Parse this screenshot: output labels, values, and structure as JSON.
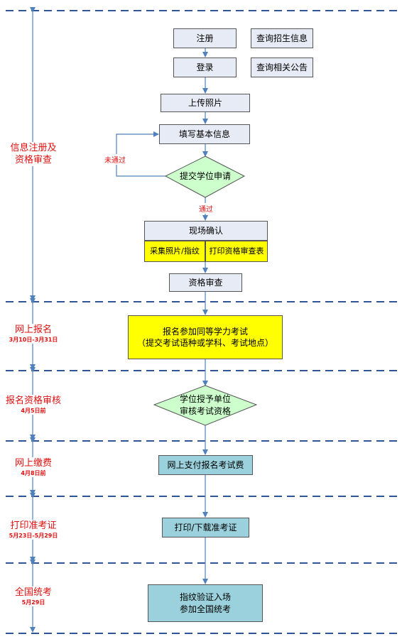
{
  "boxes": {
    "register": "注册",
    "query_admission": "查询招生信息",
    "login": "登录",
    "query_notice": "查询相关公告",
    "upload_photo": "上传照片",
    "fill_info": "填写基本信息",
    "submit_degree": "提交学位申请",
    "onsite_confirm": "现场确认",
    "collect_photo": "采集照片/指纹",
    "print_review": "打印资格审查表",
    "qualification_review": "资格审查",
    "exam_register": "报名参加同等学力考试\n（提交考试语种或学科、考试地点）",
    "degree_review": "学位授予单位\n审核考试资格",
    "pay_fee": "网上支付报名考试费",
    "print_ticket": "打印/下载准考证",
    "fingerprint_entry": "指纹验证入场\n参加全国统考"
  },
  "flow_labels": {
    "not_passed": "未通过",
    "passed": "通过"
  },
  "stages": [
    {
      "title": "信息注册及\n资格审查",
      "date": ""
    },
    {
      "title": "网上报名",
      "date": "3月10日-3月31日"
    },
    {
      "title": "报名资格审核",
      "date": "4月5日前"
    },
    {
      "title": "网上缴费",
      "date": "4月8日前"
    },
    {
      "title": "打印准考证",
      "date": "5月23日-5月29日"
    },
    {
      "title": "全国统考",
      "date": "5月29日"
    }
  ],
  "colors": {
    "dash_line": "#2f5597",
    "arrow": "#4f81bd",
    "stage_text": "#e01010",
    "lavender": "#e7ebf5",
    "yellow": "#ffff00",
    "teal": "#9bd1dc",
    "diamond": "#ccffcc"
  }
}
